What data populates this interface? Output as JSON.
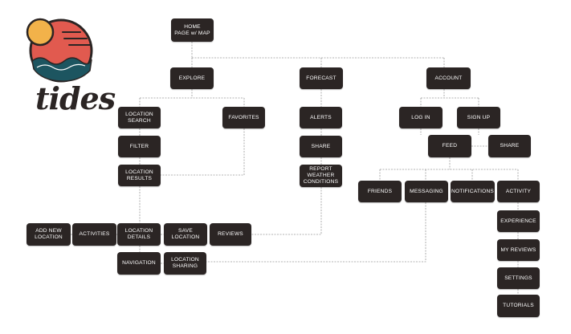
{
  "brand": {
    "name": "tides"
  },
  "colors": {
    "node": "#2b2524",
    "connector": "#9a9a9a",
    "sun": "#f2b24a",
    "circle": "#e15a4f",
    "waves": "#1d5560"
  },
  "nodes": {
    "home": "HOME\nPAGE w/ MAP",
    "explore": "EXPLORE",
    "forecast": "FORECAST",
    "account": "ACCOUNT",
    "location_search": "LOCATION\nSEARCH",
    "favorites": "FAVORITES",
    "filter": "FILTER",
    "location_results": "LOCATION\nRESULTS",
    "alerts": "ALERTS",
    "share_forecast": "SHARE",
    "report_weather": "REPORT\nWEATHER\nCONDITIONS",
    "log_in": "LOG IN",
    "sign_up": "SIGN UP",
    "feed": "FEED",
    "share_feed": "SHARE",
    "friends": "FRIENDS",
    "messaging": "MESSAGING",
    "notifications": "NOTIFICATIONS",
    "activity": "ACTIVITY",
    "experience": "EXPERIENCE",
    "my_reviews": "MY REVIEWS",
    "settings": "SETTINGS",
    "tutorials": "TUTORIALS",
    "add_new_location": "ADD NEW\nLOCATION",
    "activities": "ACTIVITIES",
    "location_details": "LOCATION\nDETAILS",
    "save_location": "SAVE LOCATION",
    "reviews": "REVIEWS",
    "navigation": "NAVIGATION",
    "location_sharing": "LOCATION\nSHARING"
  }
}
